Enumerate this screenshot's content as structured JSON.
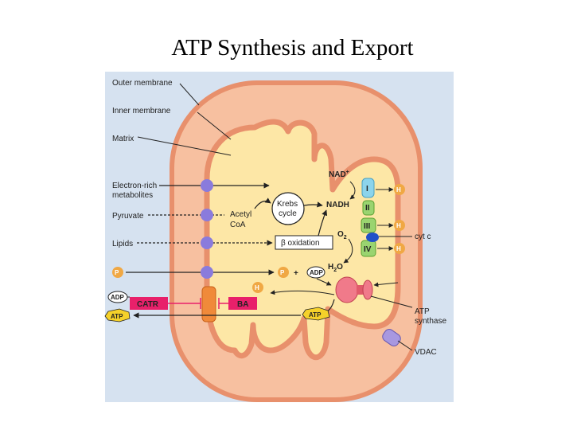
{
  "title": "ATP Synthesis and Export",
  "labels": {
    "outer_membrane": "Outer membrane",
    "inner_membrane": "Inner membrane",
    "matrix": "Matrix",
    "electron_rich_1": "Electron-rich",
    "electron_rich_2": "metabolites",
    "pyruvate": "Pyruvate",
    "lipids": "Lipids",
    "adp_out": "ADP",
    "atp_out": "ATP",
    "catr": "CATR",
    "ba": "BA",
    "acetyl_1": "Acetyl",
    "acetyl_2": "CoA",
    "krebs_1": "Krebs",
    "krebs_2": "cycle",
    "beta_oxidation": "β oxidation",
    "nad": "NAD",
    "nad_sup": "+",
    "nadh": "NADH",
    "o2": "O",
    "o2_sub": "2",
    "h2o": "H",
    "h2o_sub": "2",
    "h2o_end": "O",
    "adp_in": "ADP",
    "atp_in": "ATP",
    "pi": "P",
    "pi_sub": "i",
    "plus": "+",
    "complex_1": "I",
    "complex_2": "II",
    "complex_3": "III",
    "complex_4": "IV",
    "h_plus": "H",
    "h_sup": "+",
    "cyt_c": "cyt c",
    "atp_synthase_1": "ATP",
    "atp_synthase_2": "synthase",
    "vdac": "VDAC"
  },
  "colors": {
    "panel": "#d6e2f0",
    "outer_membrane": "#e8906c",
    "intermembrane": "#f7c0a0",
    "matrix": "#fde7a6",
    "transporter": "#8a7bdc",
    "catr_ba": "#e8206a",
    "complex_blue": "#8cd4ec",
    "complex_green": "#9ad470",
    "h_ion": "#f0a844",
    "atp_badge": "#f5d12a"
  }
}
